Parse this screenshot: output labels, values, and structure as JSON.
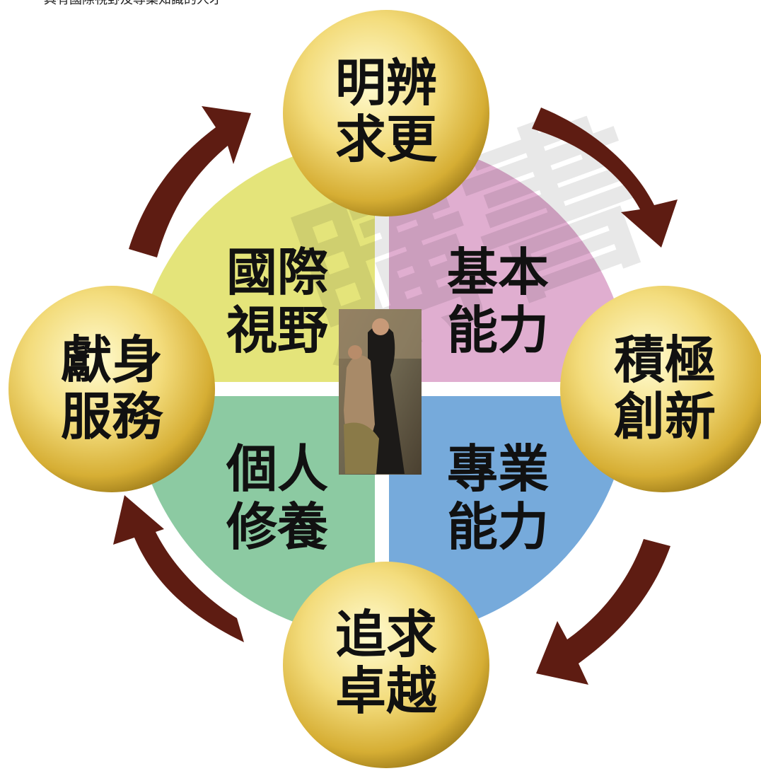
{
  "caption": "具有國際視野及專業知識的人才",
  "quadrants": [
    {
      "id": "international-vision",
      "line1": "國際",
      "line2": "視野",
      "color": "#e4e47a"
    },
    {
      "id": "basic-ability",
      "line1": "基本",
      "line2": "能力",
      "color": "#e0aed0"
    },
    {
      "id": "personal-cultivation",
      "line1": "個人",
      "line2": "修養",
      "color": "#8ccaa2"
    },
    {
      "id": "professional-ability",
      "line1": "專業",
      "line2": "能力",
      "color": "#76aadb"
    }
  ],
  "nodes": [
    {
      "id": "discern-truth",
      "line1": "明辨",
      "line2": "求更"
    },
    {
      "id": "active-innovation",
      "line1": "積極",
      "line2": "創新"
    },
    {
      "id": "pursue-excellence",
      "line1": "追求",
      "line2": "卓越"
    },
    {
      "id": "dedicated-service",
      "line1": "獻身",
      "line2": "服務"
    }
  ],
  "watermark": "購書",
  "colors": {
    "arrow": "#5e1c12",
    "node_light": "#fffbd0",
    "node_mid": "#e6c24a",
    "node_dark": "#8a6a10",
    "text": "#111111"
  },
  "center_image": "painting-icon"
}
